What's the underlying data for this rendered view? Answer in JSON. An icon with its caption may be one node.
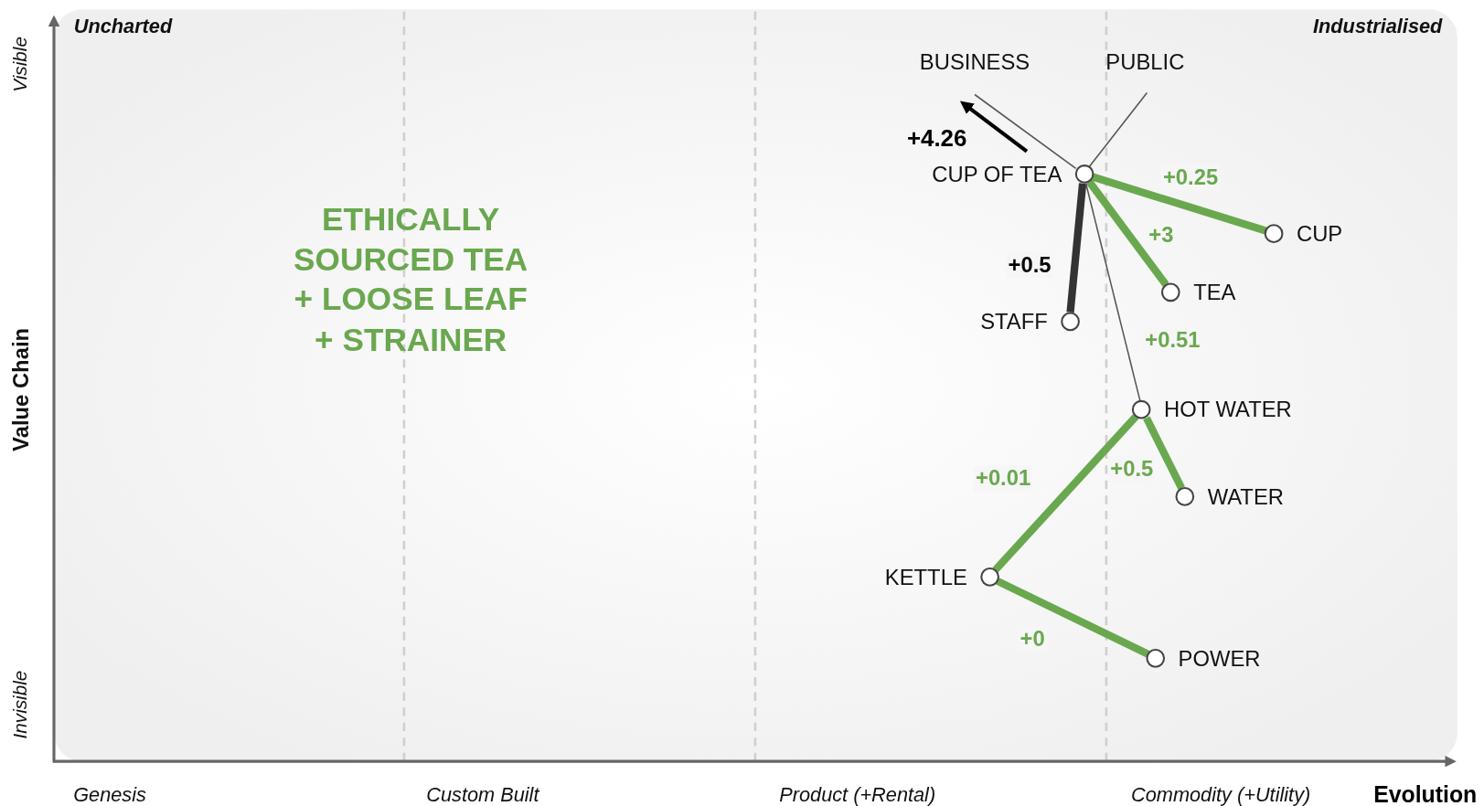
{
  "diagram": {
    "nodes": [
      {
        "text": [
          "BUSINESS"
        ]
      },
      {
        "text": [
          "PUBLIC"
        ]
      },
      {
        "text": [
          "CUP OF TEA"
        ]
      },
      {
        "text": [
          "CUP"
        ]
      },
      {
        "text": [
          "TEA"
        ]
      },
      {
        "text": [
          "STAFF"
        ]
      },
      {
        "text": [
          "HOT WATER"
        ]
      },
      {
        "text": [
          "WATER"
        ]
      },
      {
        "text": [
          "KETTLE"
        ]
      },
      {
        "text": [
          "POWER"
        ]
      }
    ],
    "edges": [
      {
        "from": 0,
        "to": 2,
        "arrow": "none",
        "color": "#555555"
      },
      {
        "from": 1,
        "to": 2,
        "arrow": "none",
        "color": "#555555"
      },
      {
        "from": 2,
        "to": 3,
        "arrow": "none",
        "label": "+0.25"
      },
      {
        "from": 2,
        "to": 4,
        "arrow": "none",
        "label": "+3"
      },
      {
        "from": 2,
        "to": 5,
        "arrow": "none",
        "label": "+0.5",
        "color": "#333333"
      },
      {
        "from": 2,
        "to": 6,
        "arrow": "none",
        "label": "+0.51",
        "color": "#555555"
      },
      {
        "from": 6,
        "to": 7,
        "arrow": "none",
        "label": "+0.5"
      },
      {
        "from": 6,
        "to": 8,
        "arrow": "none",
        "label": "+0.01"
      },
      {
        "from": 8,
        "to": 9,
        "arrow": "none",
        "label": "+0"
      }
    ],
    "labels": [
      "Uncharted",
      "Industrialised",
      "Visible",
      "Value Chain",
      "Invisible",
      "+4.26",
      "ETHICALLY SOURCED TEA + LOOSE LEAF + STRAINER",
      "Genesis",
      "Custom Built",
      "Product (+Rental)",
      "Commodity (+Utility)",
      "Evolution"
    ]
  }
}
